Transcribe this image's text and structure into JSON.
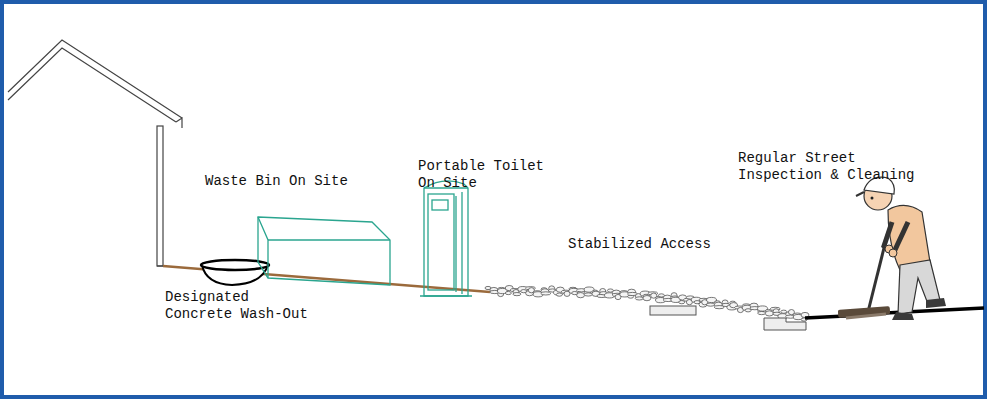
{
  "diagram": {
    "labels": [
      "Regular Street Inspection & Cleaning",
      "Waste Bin On Site",
      "Portable Toilet On Site",
      "Stabilized Access",
      "Designated Concrete Wash-Out"
    ]
  }
}
